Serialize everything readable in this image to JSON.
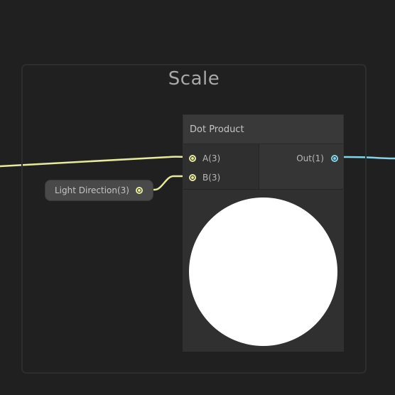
{
  "group": {
    "title": "Scale"
  },
  "node": {
    "title": "Dot Product",
    "inputs": [
      {
        "label": "A(3)"
      },
      {
        "label": "B(3)"
      }
    ],
    "outputs": [
      {
        "label": "Out(1)"
      }
    ]
  },
  "property_node": {
    "label": "Light Direction(3)"
  },
  "colors": {
    "background": "#202020",
    "vector3_wire": "#e6ea9c",
    "float_wire": "#82d4e6",
    "preview": "#ffffff"
  },
  "icons": [
    "port-a-icon",
    "port-b-icon",
    "port-out-icon",
    "property-port-icon"
  ]
}
